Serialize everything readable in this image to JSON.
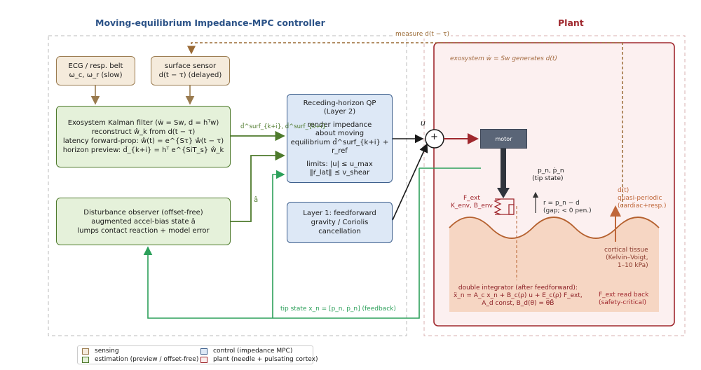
{
  "titles": {
    "controller": "Moving-equilibrium Impedance-MPC controller",
    "plant": "Plant"
  },
  "sensing": {
    "ecg": [
      "ECG / resp. belt",
      "ω_c, ω_r (slow)"
    ],
    "surface": [
      "surface sensor",
      "d(t − τ)  (delayed)"
    ]
  },
  "estimation": {
    "kalman": [
      "Exosystem Kalman filter   (ẇ = Sw,  d = hᵀw)",
      "reconstruct ŵ_k from d(t − τ)",
      "latency forward-prop:  ŵ(t) = e^{Sτ} ŵ(t − τ)",
      "horizon preview:  d̂_{k+i} = hᵀ e^{SiT_s} ŵ_k"
    ],
    "dob": [
      "Disturbance observer (offset-free)",
      "augmented accel-bias state  â",
      "lumps contact reaction + model error"
    ]
  },
  "control": {
    "qp": [
      "Receding-horizon QP",
      "(Layer 2)",
      "",
      "render impedance",
      "about moving",
      "equilibrium d̂^surf_{k+i} + r_ref",
      "",
      "limits: |u| ≤ u_max",
      "‖ṙ_lat‖ ≤ v_shear"
    ],
    "ff": [
      "Layer 1: feedforward",
      "gravity / Coriolis",
      "cancellation"
    ]
  },
  "signals": {
    "measure": "measure d(t − τ)",
    "preview": "d̂^surf_{k+i}, ḋ^surf_{k+i}",
    "a_hat": "â",
    "u": "u",
    "plus": "+",
    "feedback": "tip state x_n = [p_n, ṗ_n] (feedback)"
  },
  "plant": {
    "exosystem": "exosystem ẇ = Sw generates d(t)",
    "motor": "motor",
    "tip_state": [
      "p_n, ṗ_n",
      "(tip state)"
    ],
    "fext": [
      "F_ext",
      "K_env, B_env"
    ],
    "gap": [
      "r = p_n − d",
      "(gap; < 0 pen.)"
    ],
    "dt": [
      "d(t)",
      "quasi-periodic",
      "(cardiac+resp.)"
    ],
    "tissue": [
      "cortical tissue",
      "(Kelvin–Voigt,",
      "1–10 kPa)"
    ],
    "dyn": [
      "double integrator (after feedforward):",
      "ẍ_n = A_c x_n + B_c(ρ) u + E_c(ρ) F_ext,",
      "A_d const,  B_d(θ) = θB̄"
    ],
    "readback": [
      "F_ext read back",
      "(safety-critical)"
    ]
  },
  "legend": [
    {
      "label": "sensing",
      "fill": "#f5ebdc",
      "stroke": "#9a7b4f"
    },
    {
      "label": "estimation (preview / offset-free)",
      "fill": "#e5f1da",
      "stroke": "#4e7a2c"
    },
    {
      "label": "control (impedance MPC)",
      "fill": "#dde8f6",
      "stroke": "#3d5f8c"
    },
    {
      "label": "plant (needle + pulsating cortex)",
      "fill": "#fbeeee",
      "stroke": "#a0282e"
    }
  ],
  "colors": {
    "controller_title": "#2b5287",
    "plant": "#a0282e",
    "sensing": "#9a7b4f",
    "estimation": "#4e7a2c",
    "feedback": "#2ca05a",
    "measure": "#9a6a35",
    "tissue": "#f6d6c3"
  }
}
